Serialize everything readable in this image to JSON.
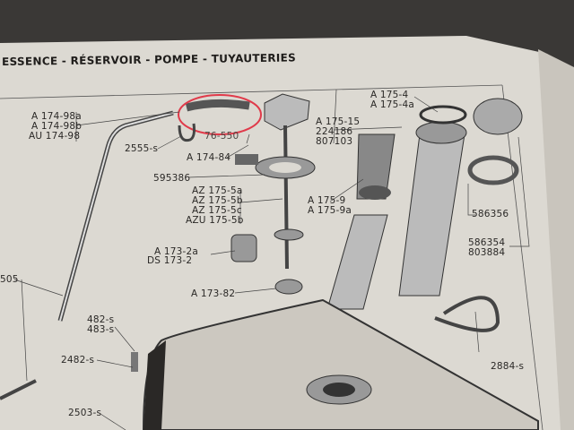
{
  "header": {
    "title": "ESSENCE - RÉSERVOIR - POMPE - TUYAUTERIES"
  },
  "labels": [
    "A 174-98a",
    "A 174-98b",
    "AU 174-98",
    "2555-s",
    "76-550",
    "A 174-84",
    "595386",
    "AZ 175-5a",
    "AZ 175-5b",
    "AZ 175-5c",
    "AZU 175-5b",
    "A 173-2a",
    "DS 173-2",
    "A 173-82",
    "A 175-4",
    "A 175-4a",
    "A 175-15",
    "224186",
    "807103",
    "A 175-9",
    "A 175-9a",
    "586356",
    "586354",
    "803884",
    "2884-s",
    "505",
    "482-s",
    "483-s",
    "2482-s",
    "2503-s"
  ],
  "colors": {
    "paper": "#dcd9d2",
    "ink": "#2a2826",
    "annotation": "#e03a4a"
  }
}
